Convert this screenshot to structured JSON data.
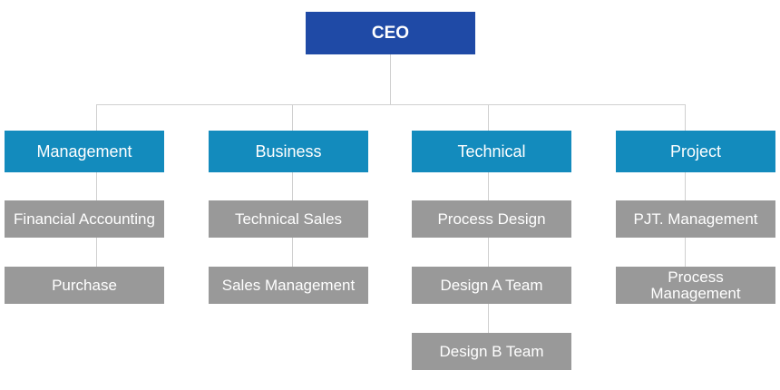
{
  "org_chart": {
    "colors": {
      "ceo": "#1f4aa6",
      "department": "#138bbd",
      "team": "#999999",
      "connector": "#d0d0d0",
      "text": "#ffffff"
    },
    "ceo": {
      "label": "CEO"
    },
    "departments": [
      {
        "label": "Management",
        "teams": [
          {
            "label": "Financial Accounting"
          },
          {
            "label": "Purchase"
          }
        ]
      },
      {
        "label": "Business",
        "teams": [
          {
            "label": "Technical Sales"
          },
          {
            "label": "Sales Management"
          }
        ]
      },
      {
        "label": "Technical",
        "teams": [
          {
            "label": "Process Design"
          },
          {
            "label": "Design A Team"
          },
          {
            "label": "Design B Team"
          }
        ]
      },
      {
        "label": "Project",
        "teams": [
          {
            "label": "PJT. Management"
          },
          {
            "label": "Process Management"
          }
        ]
      }
    ]
  }
}
